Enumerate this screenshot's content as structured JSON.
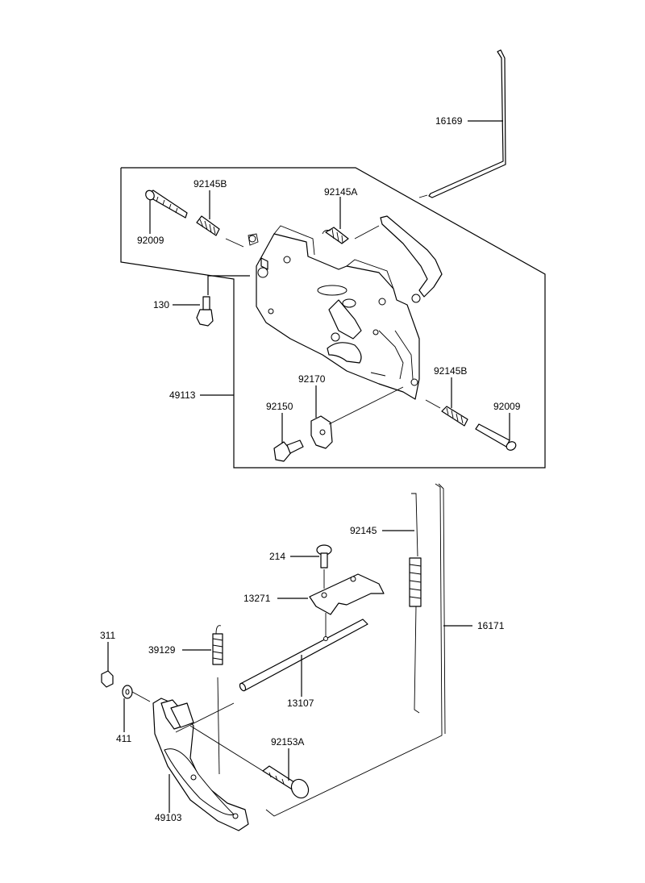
{
  "diagram": {
    "labels": {
      "p16169": "16169",
      "p92145B_top": "92145B",
      "p92145A": "92145A",
      "p92009_top": "92009",
      "p130": "130",
      "p49113": "49113",
      "p92170": "92170",
      "p92150": "92150",
      "p92145B_right": "92145B",
      "p92009_right": "92009",
      "p92145": "92145",
      "p214": "214",
      "p13271": "13271",
      "p16171": "16171",
      "p311": "311",
      "p39129": "39129",
      "p13107": "13107",
      "p411": "411",
      "p92153A": "92153A",
      "p49103": "49103"
    }
  }
}
